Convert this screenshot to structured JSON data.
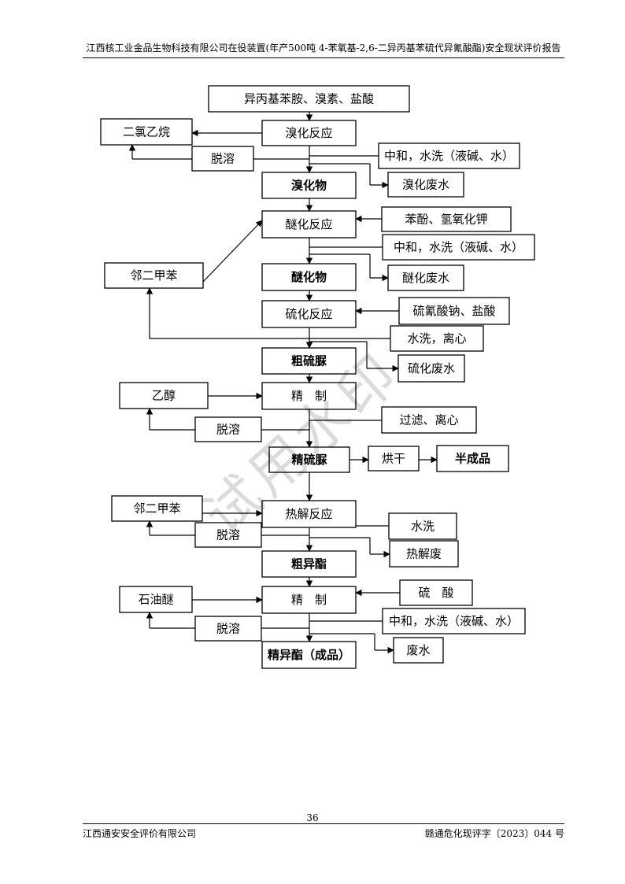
{
  "header": {
    "title": "江西核工业金品生物科技有限公司在役装置(年产500吨 4-苯氧基-2,6-二异丙基苯硫代异氰酸酯)安全现状评价报告"
  },
  "flowchart": {
    "nodes": [
      {
        "id": "n1",
        "text": "异丙基苯胺、溴素、盐酸",
        "bold": false
      },
      {
        "id": "n2",
        "text": "二氯乙烷",
        "bold": false
      },
      {
        "id": "n3",
        "text": "溴化反应",
        "bold": false
      },
      {
        "id": "n4",
        "text": "脱溶",
        "bold": false
      },
      {
        "id": "n5",
        "text": "中和，水洗（液碱、水）",
        "bold": false
      },
      {
        "id": "n6",
        "text": "溴化物",
        "bold": true
      },
      {
        "id": "n7",
        "text": "溴化废水",
        "bold": false
      },
      {
        "id": "n8",
        "text": "醚化反应",
        "bold": false
      },
      {
        "id": "n9",
        "text": "苯酚、氢氧化钾",
        "bold": false
      },
      {
        "id": "n10",
        "text": "中和，水洗（液碱、水）",
        "bold": false
      },
      {
        "id": "n11",
        "text": "邻二甲苯",
        "bold": false
      },
      {
        "id": "n12",
        "text": "醚化物",
        "bold": true
      },
      {
        "id": "n13",
        "text": "醚化废水",
        "bold": false
      },
      {
        "id": "n14",
        "text": "硫化反应",
        "bold": false
      },
      {
        "id": "n15",
        "text": "硫氰酸钠、盐酸",
        "bold": false
      },
      {
        "id": "n16",
        "text": "水洗，离心",
        "bold": false
      },
      {
        "id": "n17",
        "text": "粗硫脲",
        "bold": true
      },
      {
        "id": "n18",
        "text": "硫化废水",
        "bold": false
      },
      {
        "id": "n19",
        "text": "乙醇",
        "bold": false
      },
      {
        "id": "n20",
        "text": "精　制",
        "bold": false
      },
      {
        "id": "n21",
        "text": "过滤、离心",
        "bold": false
      },
      {
        "id": "n22",
        "text": "脱溶",
        "bold": false
      },
      {
        "id": "n23",
        "text": "精硫脲",
        "bold": true
      },
      {
        "id": "n24",
        "text": "烘干",
        "bold": false
      },
      {
        "id": "n25",
        "text": "半成品",
        "bold": true
      },
      {
        "id": "n26",
        "text": "邻二甲苯",
        "bold": false
      },
      {
        "id": "n27",
        "text": "热解反应",
        "bold": false
      },
      {
        "id": "n28",
        "text": "水洗",
        "bold": false
      },
      {
        "id": "n29",
        "text": "脱溶",
        "bold": false
      },
      {
        "id": "n30",
        "text": "热解废",
        "bold": false
      },
      {
        "id": "n31",
        "text": "粗异酯",
        "bold": true
      },
      {
        "id": "n32",
        "text": "石油醚",
        "bold": false
      },
      {
        "id": "n33",
        "text": "精　制",
        "bold": false
      },
      {
        "id": "n34",
        "text": "硫　酸",
        "bold": false
      },
      {
        "id": "n35",
        "text": "中和，水洗（液碱、水）",
        "bold": false
      },
      {
        "id": "n36",
        "text": "脱溶",
        "bold": false
      },
      {
        "id": "n37",
        "text": "精异酯（成品）",
        "bold": true
      },
      {
        "id": "n38",
        "text": "废水",
        "bold": false
      }
    ]
  },
  "watermark": "试用水印",
  "footer": {
    "page_number": "36",
    "company": "江西通安安全评价有限公司",
    "report_no": "赣通危化现评字〔2023〕044 号"
  }
}
